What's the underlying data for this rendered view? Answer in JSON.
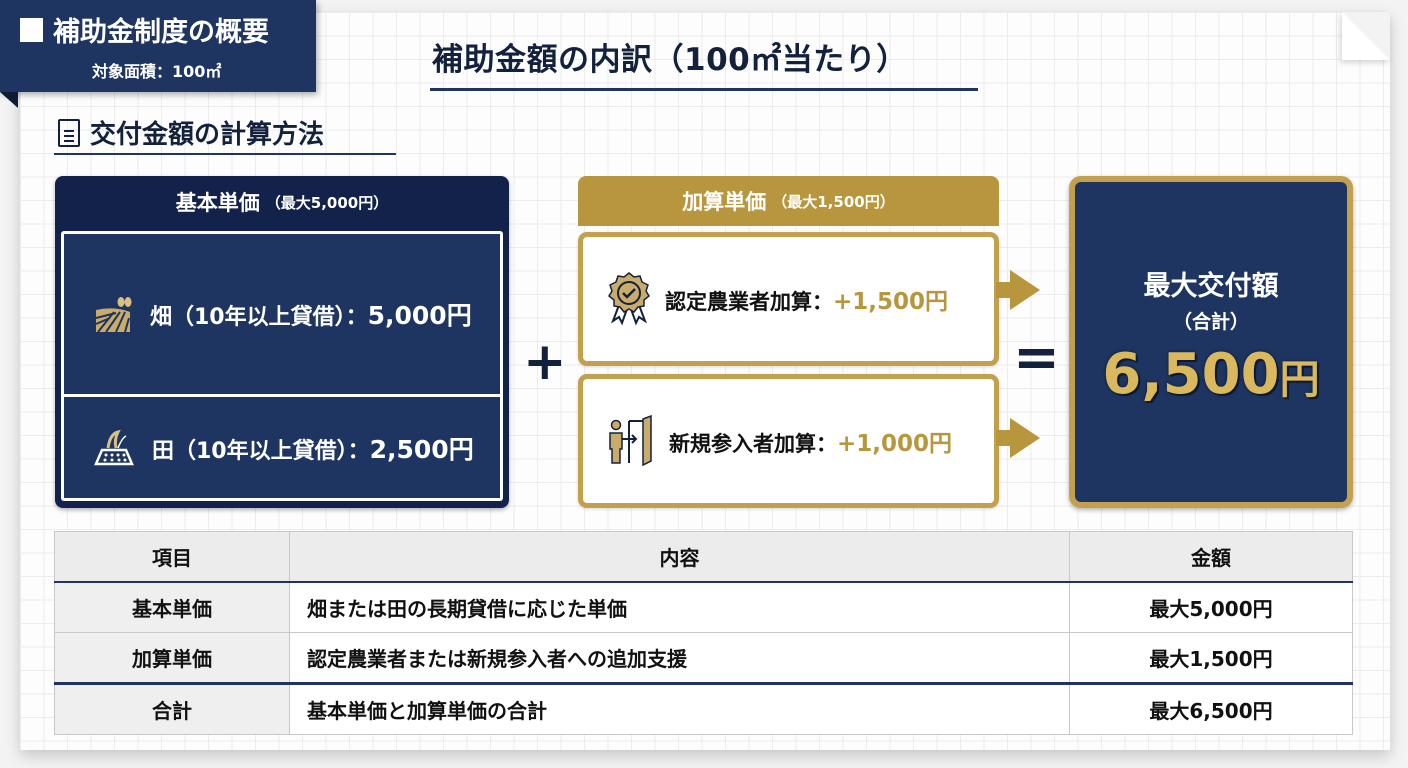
{
  "badge": {
    "title": "補助金制度の概要",
    "subtitle": "対象面積：100㎡"
  },
  "main_title": "補助金額の内訳（100㎡当たり）",
  "section_title": "交付金額の計算方法",
  "basic_unit": {
    "title": "基本単価",
    "title_note": "（最大5,000円）",
    "items": [
      {
        "icon": "field-icon",
        "label": "畑（10年以上貸借）：",
        "amount": "5,000円"
      },
      {
        "icon": "rice-paddy-icon",
        "label": "田（10年以上貸借）：",
        "amount": "2,500円"
      }
    ]
  },
  "operator_plus": "+",
  "additional_unit": {
    "title": "加算単価",
    "title_note": "（最大1,500円）",
    "items": [
      {
        "icon": "certified-badge-icon",
        "label": "認定農業者加算：",
        "amount": "+1,500円"
      },
      {
        "icon": "new-entrant-door-icon",
        "label": "新規参入者加算：",
        "amount": "+1,000円"
      }
    ]
  },
  "operator_equals": "=",
  "total": {
    "label": "最大交付額",
    "sub": "（合計）",
    "amount": "6,500",
    "unit": "円"
  },
  "table": {
    "headers": [
      "項目",
      "内容",
      "金額"
    ],
    "rows": [
      [
        "基本単価",
        "畑または田の長期貸借に応じた単価",
        "最大5,000円"
      ],
      [
        "加算単価",
        "認定農業者または新規参入者への追加支援",
        "最大1,500円"
      ],
      [
        "合計",
        "基本単価と加算単価の合計",
        "最大6,500円"
      ]
    ]
  },
  "colors": {
    "navy": "#1e3561",
    "navy_dark": "#12224a",
    "gold": "#b8963e",
    "gold_light": "#d9b85e"
  }
}
